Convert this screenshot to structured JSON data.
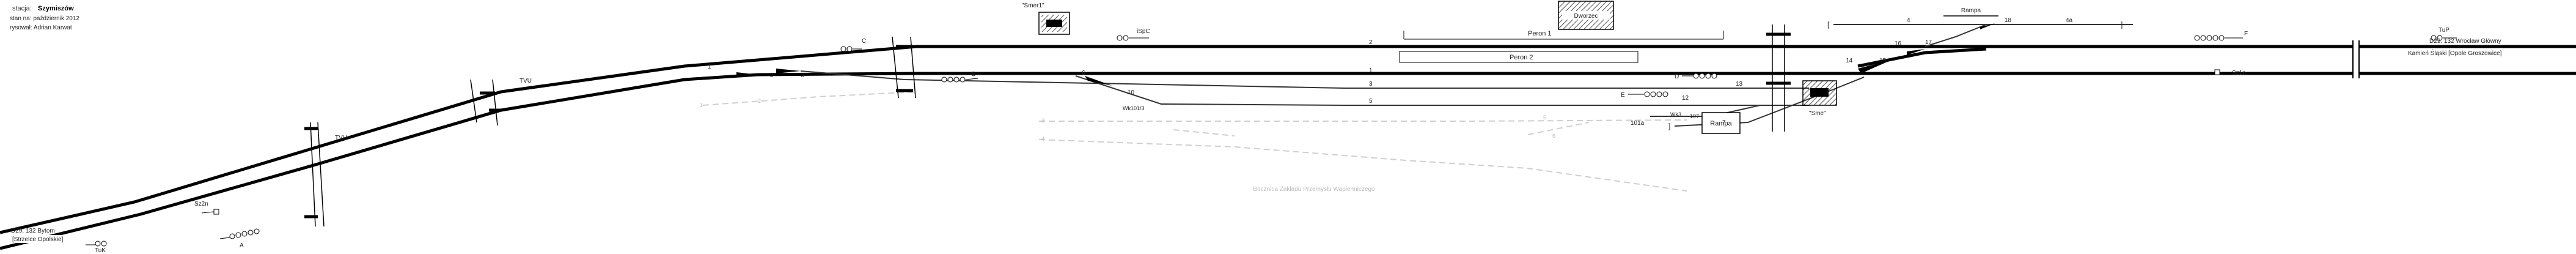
{
  "header": {
    "station_prefix": "stacja:",
    "station_name": "Szymiszów",
    "state": "stan na: październik 2012",
    "author": "rysował: Adrian Karwat"
  },
  "west_end": {
    "line": "D29: 132 Bytom",
    "direction": "[Strzelce Opolskie]",
    "signal": "TuK"
  },
  "east_end": {
    "line": "D29: 132 Wrocław Główny",
    "direction": "Kamień Śląski [Opole Groszowice]",
    "signal": "TuP"
  },
  "buildings": {
    "box_west": "\"Smer1\"",
    "box_east": "\"Sme\"",
    "warehouse": "Dworzec",
    "ramp_lower": "Rampa",
    "ramp_upper": "Rampa",
    "industrial": "Bocznica Zakładu Przemysłu Wapienniczego"
  },
  "platforms": {
    "p1": "Peron 1",
    "p2": "Peron 2"
  },
  "tracks": {
    "t2": "2",
    "t1": "1",
    "t3": "3",
    "t5": "5",
    "t4": "4",
    "t4a": "4a",
    "t7": "7",
    "t101a": "101a",
    "t107": "107"
  },
  "switches": {
    "s1": "1",
    "s2": "2",
    "s3": "3",
    "s6": "6",
    "s10": "10",
    "s12": "12",
    "s13": "13",
    "s14": "14",
    "s15": "15",
    "s16": "16",
    "s17": "17",
    "s18": "18",
    "wk101": "Wk101/3",
    "wk": "Wk3"
  },
  "signals": {
    "sz2n": "Sz2n",
    "a": "A",
    "tvu1": "TVU",
    "tvu2": "TVU",
    "c": "C",
    "b": "B",
    "ispc": "iSpC",
    "d": "D",
    "e": "E",
    "f": "F",
    "sz1n": "Sz1n",
    "tup_sig": "TuP"
  },
  "ghost": {
    "g1": "1",
    "g2": "2",
    "g3": "3",
    "g4": "4",
    "g5": "5",
    "g6": "6"
  }
}
